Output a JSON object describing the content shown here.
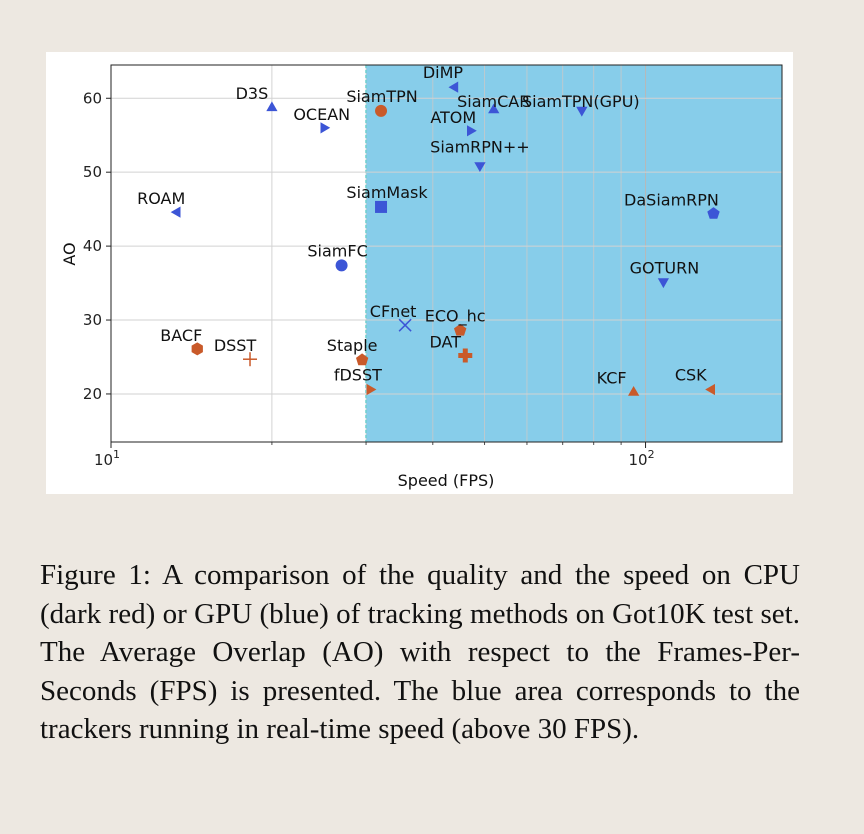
{
  "chart_data": {
    "type": "scatter",
    "xlabel": "Speed (FPS)",
    "ylabel": "AO",
    "xscale": "log",
    "xlim": [
      10,
      180
    ],
    "ylim": [
      13.5,
      64.5
    ],
    "x_ticks": [
      10,
      100
    ],
    "x_tick_labels": [
      "10",
      "10"
    ],
    "x_tick_exponents": [
      "1",
      "2"
    ],
    "y_ticks": [
      20,
      30,
      40,
      50,
      60
    ],
    "y_tick_labels": [
      "20",
      "30",
      "40",
      "50",
      "60"
    ],
    "grid": true,
    "realtime_region": {
      "x_from": 30,
      "x_to": 180,
      "color": "#87cdea",
      "boundary_color": "#19d6d6"
    },
    "points": [
      {
        "name": "ROAM",
        "x": 13.3,
        "y": 44.6,
        "marker": "triangle-left",
        "color": "#3c55d6"
      },
      {
        "name": "D3S",
        "x": 20,
        "y": 58.7,
        "marker": "triangle-up",
        "color": "#3c55d6"
      },
      {
        "name": "OCEAN",
        "x": 25,
        "y": 56.0,
        "marker": "triangle-right",
        "color": "#3c55d6"
      },
      {
        "name": "SiamTPN",
        "x": 32,
        "y": 58.3,
        "marker": "circle",
        "color": "#c95a2a"
      },
      {
        "name": "DiMP",
        "x": 44,
        "y": 61.5,
        "marker": "triangle-left",
        "color": "#3c55d6"
      },
      {
        "name": "SiamCAR",
        "x": 52,
        "y": 58.4,
        "marker": "triangle-up",
        "color": "#3c55d6"
      },
      {
        "name": "SiamTPN(GPU)",
        "x": 76,
        "y": 58.4,
        "marker": "triangle-down",
        "color": "#3c55d6"
      },
      {
        "name": "ATOM",
        "x": 47,
        "y": 55.6,
        "marker": "triangle-right",
        "color": "#3c55d6"
      },
      {
        "name": "SiamRPN++",
        "x": 49,
        "y": 50.9,
        "marker": "triangle-down",
        "color": "#3c55d6"
      },
      {
        "name": "SiamMask",
        "x": 32,
        "y": 45.3,
        "marker": "square",
        "color": "#3c55d6"
      },
      {
        "name": "DaSiamRPN",
        "x": 134,
        "y": 44.4,
        "marker": "pentagon",
        "color": "#3c55d6"
      },
      {
        "name": "SiamFC",
        "x": 27,
        "y": 37.4,
        "marker": "circle",
        "color": "#3c55d6"
      },
      {
        "name": "GOTURN",
        "x": 108,
        "y": 35.2,
        "marker": "triangle-down",
        "color": "#3c55d6"
      },
      {
        "name": "CFnet",
        "x": 35.5,
        "y": 29.3,
        "marker": "x",
        "color": "#3c55d6"
      },
      {
        "name": "ECO_hc",
        "x": 45,
        "y": 28.6,
        "marker": "pentagon",
        "color": "#c95a2a"
      },
      {
        "name": "DAT",
        "x": 46,
        "y": 25.2,
        "marker": "plus-filled",
        "color": "#c95a2a"
      },
      {
        "name": "BACF",
        "x": 14.5,
        "y": 26.1,
        "marker": "hexagon",
        "color": "#c95a2a"
      },
      {
        "name": "DSST",
        "x": 18.2,
        "y": 24.7,
        "marker": "plus",
        "color": "#c95a2a"
      },
      {
        "name": "Staple",
        "x": 29.5,
        "y": 24.6,
        "marker": "pentagon",
        "color": "#c95a2a"
      },
      {
        "name": "fDSST",
        "x": 30.5,
        "y": 20.6,
        "marker": "triangle-right",
        "color": "#c95a2a"
      },
      {
        "name": "KCF",
        "x": 95,
        "y": 20.2,
        "marker": "triangle-up",
        "color": "#c95a2a"
      },
      {
        "name": "CSK",
        "x": 133,
        "y": 20.6,
        "marker": "triangle-left",
        "color": "#c95a2a"
      }
    ]
  },
  "caption": "Figure 1: A comparison of the quality and the speed on CPU (dark red) or GPU (blue) of tracking methods on Got10K test set.  The Average Overlap (AO) with respect to the Frames-Per-Seconds (FPS) is presented. The blue area corresponds to the trackers running in real-time speed (above 30 FPS)."
}
